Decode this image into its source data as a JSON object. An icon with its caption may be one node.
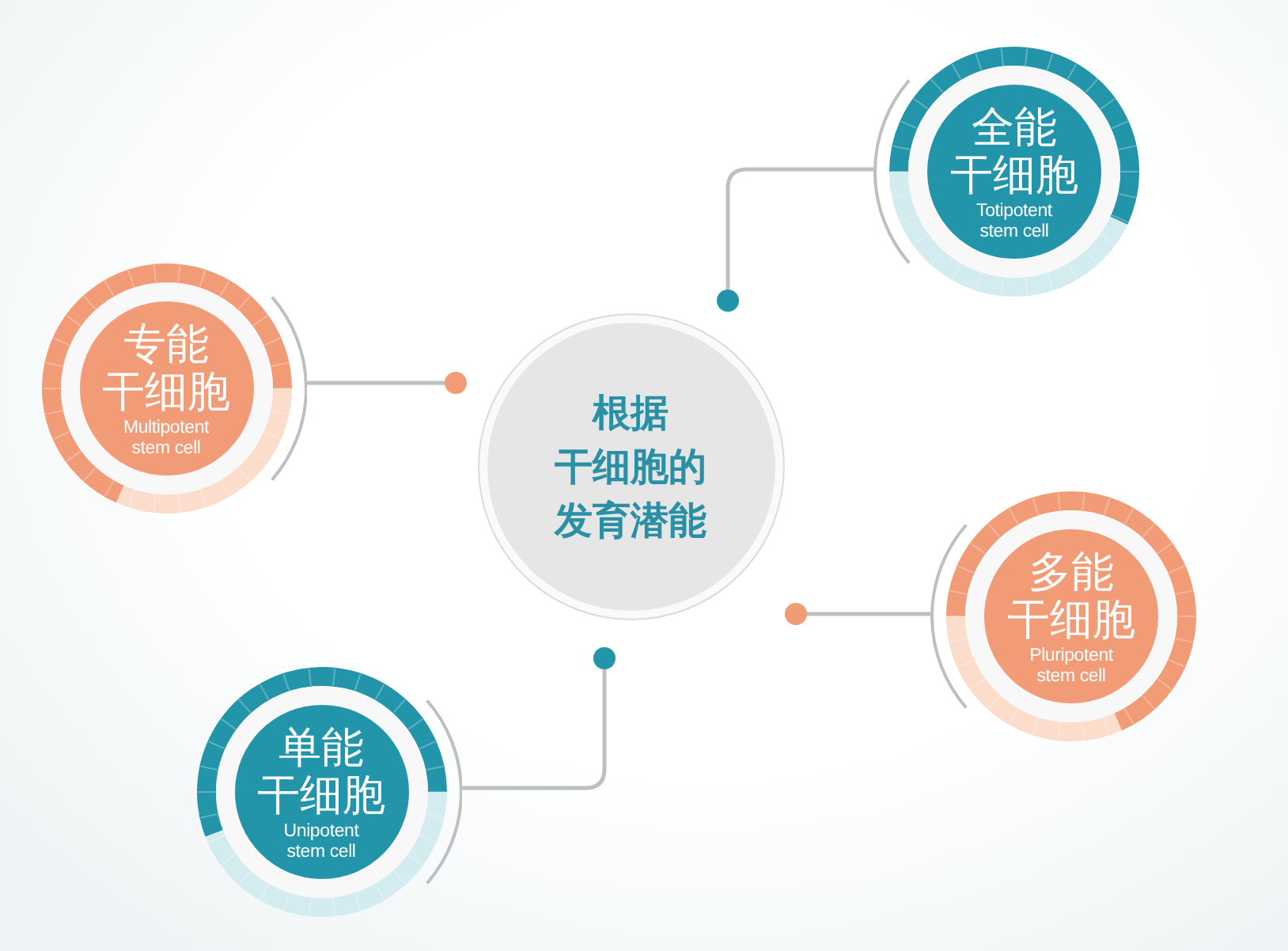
{
  "diagram": {
    "nodes": [
      {
        "text": [
          "根据干细胞的发育潜能"
        ]
      },
      {
        "text": [
          "全能干细胞",
          "Totipotent stem cell"
        ]
      },
      {
        "text": [
          "专能干细胞",
          "Multipotent stem cell"
        ]
      },
      {
        "text": [
          "多能干细胞",
          "Pluripotent stem cell"
        ]
      },
      {
        "text": [
          "单能干细胞",
          "Unipotent stem cell"
        ]
      }
    ],
    "edges": [
      {
        "from": 0,
        "to": 1,
        "arrow": "other"
      },
      {
        "from": 0,
        "to": 2,
        "arrow": "other"
      },
      {
        "from": 0,
        "to": 3,
        "arrow": "other"
      },
      {
        "from": 0,
        "to": 4,
        "arrow": "other"
      }
    ]
  }
}
